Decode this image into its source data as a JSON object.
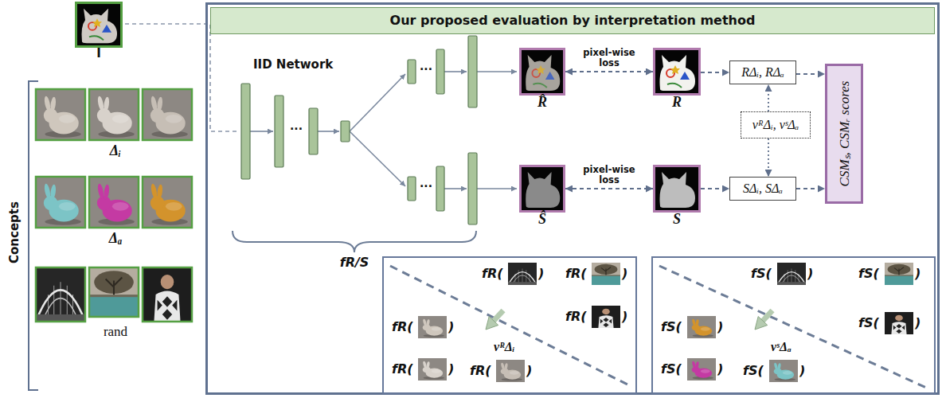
{
  "diagram": {
    "nodes": [
      {
        "text": [
          "I"
        ]
      },
      {
        "text": [
          "Our proposed evaluation by interpretation method"
        ]
      },
      {
        "text": [
          "R̂"
        ],
        "in": 1
      },
      {
        "text": [
          "R"
        ],
        "in": 1
      },
      {
        "text": [
          "Ŝ"
        ],
        "in": 1
      },
      {
        "text": [
          "S"
        ],
        "in": 1
      },
      {
        "text": [
          "RΔᵢ, RΔₐ"
        ],
        "in": 1
      },
      {
        "text": [
          "vᴿΔᵢ, vˢΔₐ"
        ],
        "in": 1
      },
      {
        "text": [
          "SΔᵢ, SΔₐ"
        ],
        "in": 1
      },
      {
        "text": [
          "CSMₛ, CSMᵣ scores"
        ],
        "in": 1
      },
      {
        "text": [
          "fR(",
          ")",
          "fR(",
          ")",
          "fR(",
          ")",
          "fR(",
          ")",
          "fR(",
          ")",
          "fR(",
          ")",
          "vᴿΔᵢ"
        ],
        "in": 1
      },
      {
        "text": [
          "fS(",
          ")",
          "fS(",
          ")",
          "fS(",
          ")",
          "fS(",
          ")",
          "fS(",
          ")",
          "fS(",
          ")",
          "vˢΔₐ"
        ],
        "in": 1
      }
    ],
    "edges": [
      {
        "from": 2,
        "to": 3,
        "arrow": "both",
        "label": "pixel-wise loss"
      },
      {
        "from": 4,
        "to": 5,
        "arrow": "both",
        "label": "pixel-wise loss"
      },
      {
        "from": 3,
        "to": 6,
        "arrow": "to"
      },
      {
        "from": 5,
        "to": 8,
        "arrow": "to"
      },
      {
        "from": 7,
        "to": 6,
        "arrow": "to"
      },
      {
        "from": 7,
        "to": 8,
        "arrow": "to"
      },
      {
        "from": 6,
        "to": 9,
        "arrow": "to"
      },
      {
        "from": 8,
        "to": 9,
        "arrow": "to"
      }
    ],
    "labels": [
      "Concepts",
      "Δᵢ",
      "Δₐ",
      "rand",
      "IID Network",
      "...",
      "...",
      "...",
      "fR/S"
    ]
  }
}
